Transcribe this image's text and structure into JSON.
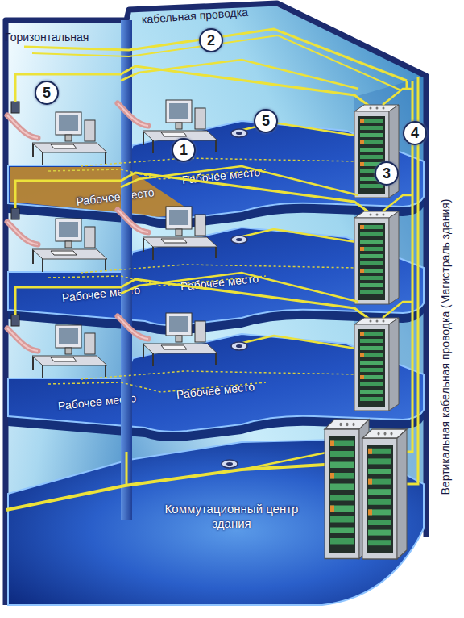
{
  "diagram": {
    "nodes": [
      {
        "text": [
          "2"
        ]
      },
      {
        "text": [
          "5"
        ]
      },
      {
        "text": [
          "5"
        ]
      },
      {
        "text": [
          "4"
        ]
      },
      {
        "text": [
          "1"
        ]
      },
      {
        "text": [
          "3"
        ]
      },
      {
        "text": [
          "Рабочее место"
        ]
      },
      {
        "text": [
          "Рабочее место"
        ],
        "in": 6
      },
      {
        "text": [
          "Рабочее место",
          "Рабочее место"
        ]
      },
      {
        "text": [
          "Рабочее место",
          "Рабочее место"
        ]
      },
      {
        "text": [
          "Коммутационный центр здания"
        ]
      }
    ],
    "labels": [
      "Горизонтальная",
      "кабельная проводка",
      "Вертикальная кабельная проводка (Магистраль здания)"
    ]
  }
}
